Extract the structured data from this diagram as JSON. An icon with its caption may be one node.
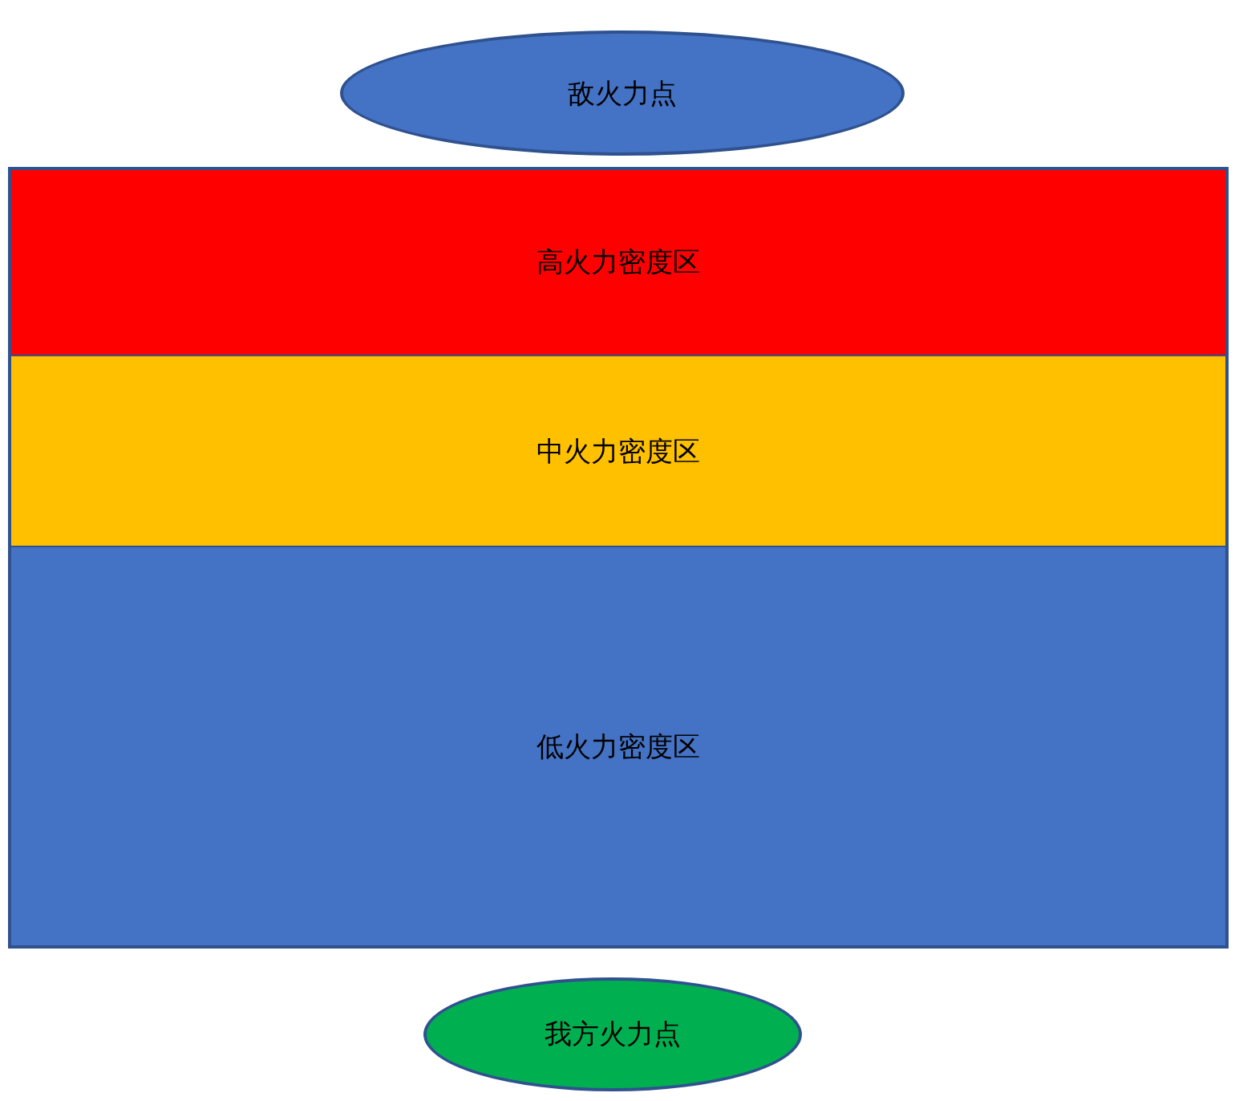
{
  "diagram": {
    "nodes": [
      {
        "text": [
          "敌火力点"
        ]
      },
      {
        "text": [
          "高火力密度区"
        ]
      },
      {
        "text": [
          "中火力密度区"
        ]
      },
      {
        "text": [
          "低火力密度区"
        ]
      },
      {
        "text": [
          "我方火力点"
        ]
      }
    ]
  }
}
